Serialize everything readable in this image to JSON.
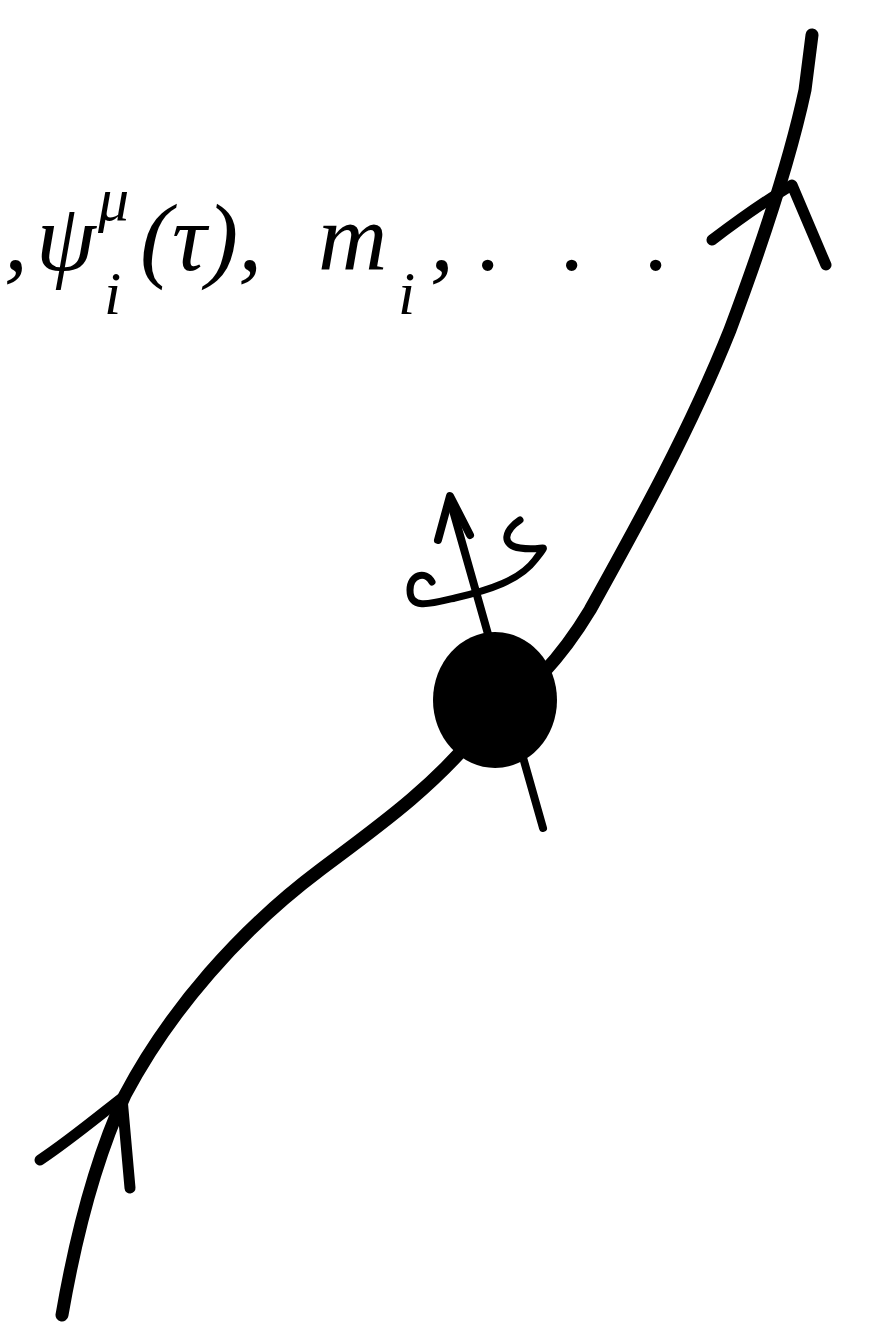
{
  "diagram": {
    "labels": [
      ",",
      "ψ",
      "μ",
      "i",
      "(τ),",
      "m",
      "i",
      ",",
      ". . ."
    ]
  }
}
